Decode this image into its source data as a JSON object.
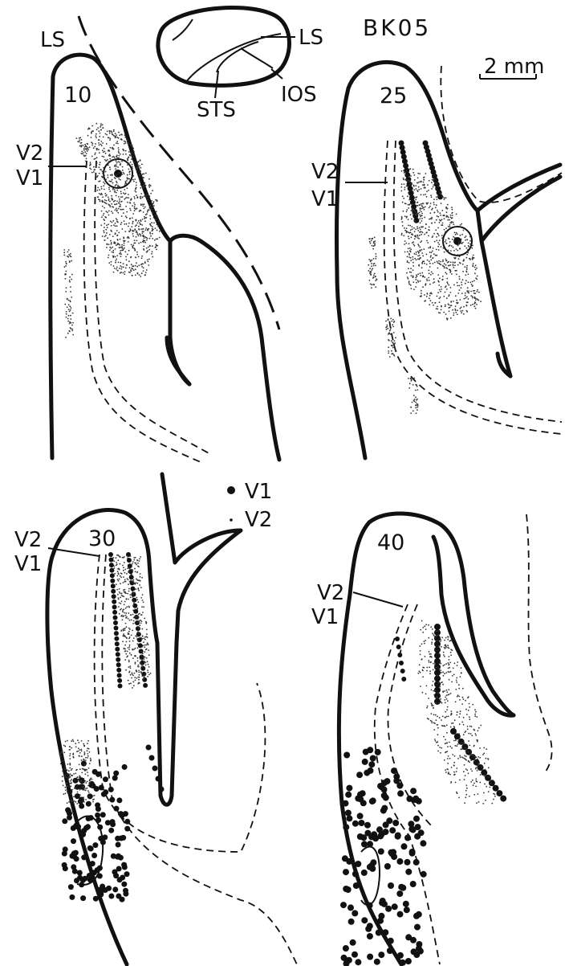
{
  "figure_id": "BK05",
  "scale_bar": {
    "label": "2 mm"
  },
  "brain_inset": {
    "labels": [
      "LS",
      "STS",
      "IOS"
    ]
  },
  "legend": [
    {
      "symbol": "large-dot",
      "label": "V1"
    },
    {
      "symbol": "small-dot",
      "label": "V2"
    }
  ],
  "sections": [
    {
      "number": "10",
      "top_label": "LS",
      "border_labels": [
        "V2",
        "V1"
      ]
    },
    {
      "number": "25",
      "border_labels": [
        "V2",
        "V1"
      ]
    },
    {
      "number": "30",
      "border_labels": [
        "V2",
        "V1"
      ]
    },
    {
      "number": "40",
      "border_labels": [
        "V2",
        "V1"
      ]
    }
  ]
}
